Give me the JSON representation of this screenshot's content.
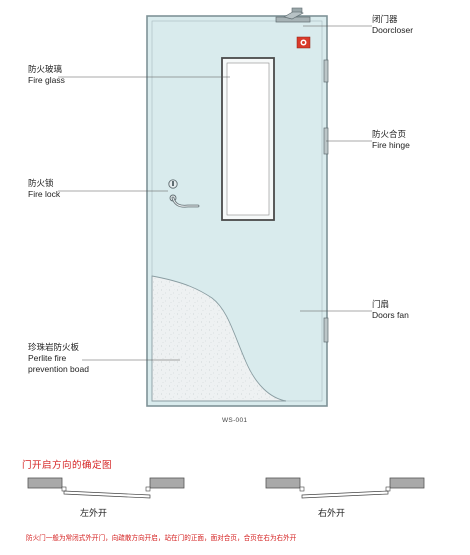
{
  "labels": {
    "doorcloser": {
      "cn": "闭门器",
      "en": "Doorcloser"
    },
    "fire_glass": {
      "cn": "防火玻璃",
      "en": "Fire glass"
    },
    "fire_hinge": {
      "cn": "防火合页",
      "en": "Fire hinge"
    },
    "fire_lock": {
      "cn": "防火锁",
      "en": "Fire lock"
    },
    "doors_fan": {
      "cn": "门扇",
      "en": "Doors fan"
    },
    "perlite_board": {
      "cn": "珍珠岩防火板",
      "en_line1": "Perlite fire",
      "en_line2": "prevention boad"
    }
  },
  "model_number": "WS-001",
  "direction": {
    "title": "门开启方向的确定图",
    "left_label": "左外开",
    "right_label": "右外开",
    "note": "防火门一般为常闭式外开门，向疏散方向开启，站在门的正面，面对合页，合页在右为右外开"
  },
  "colors": {
    "door_fill": "#d9ebed",
    "door_stroke": "#7f9297",
    "accent_red": "#d42020"
  }
}
